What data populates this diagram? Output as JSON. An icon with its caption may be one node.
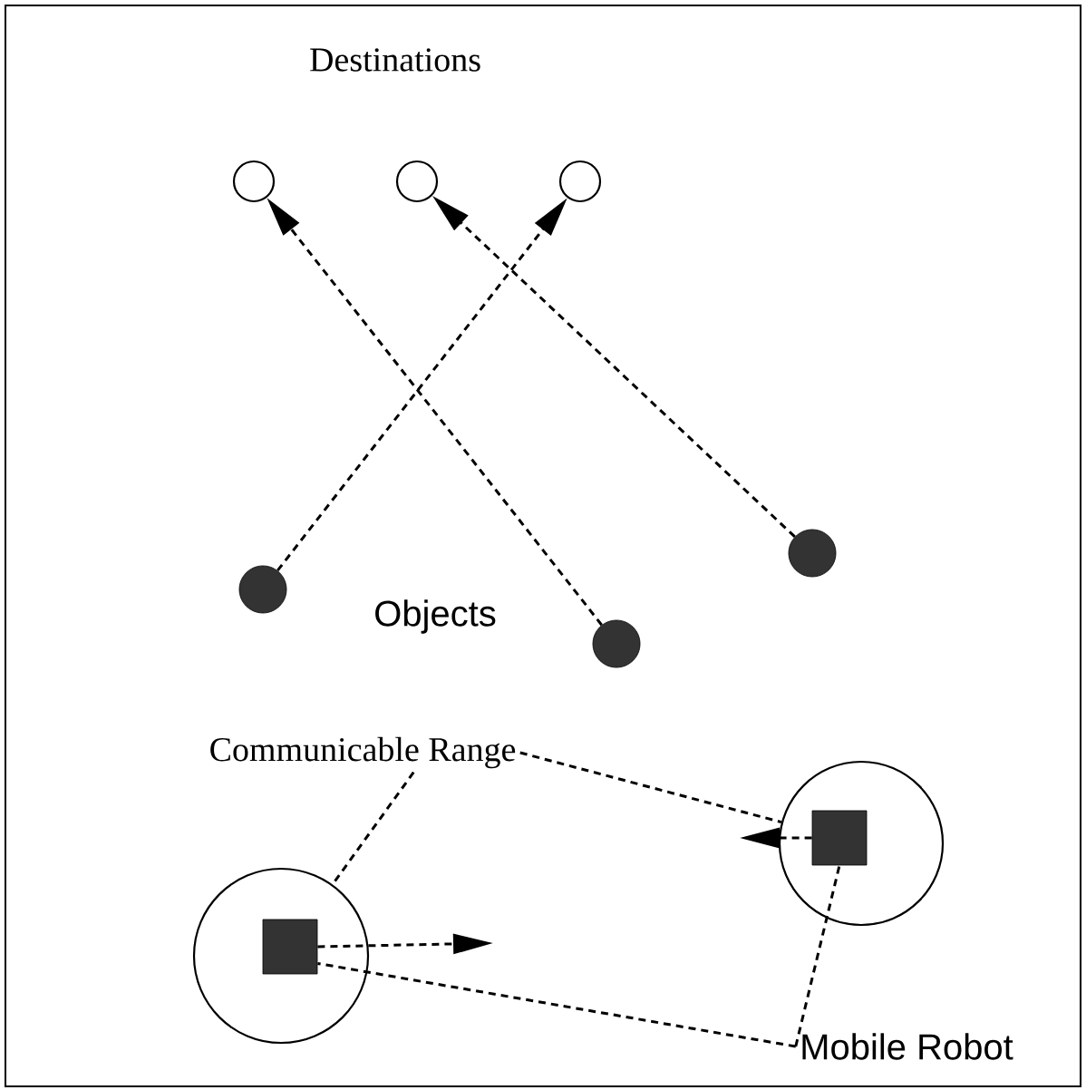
{
  "diagram": {
    "nodes": [
      {
        "text": [],
        "shape": "circle"
      },
      {
        "text": [],
        "shape": "circle"
      },
      {
        "text": [],
        "shape": "circle"
      },
      {
        "text": [],
        "shape": "circle"
      },
      {
        "text": [],
        "shape": "circle"
      },
      {
        "text": [],
        "shape": "circle"
      },
      {
        "text": [],
        "shape": "circle"
      },
      {
        "text": [],
        "shape": "box",
        "in": 6
      },
      {
        "text": [],
        "shape": "circle"
      },
      {
        "text": [],
        "shape": "box",
        "in": 8
      },
      {
        "text": [
          "Communicable Range"
        ]
      },
      {
        "text": [
          "Mobile Robot"
        ]
      }
    ],
    "edges": [
      {
        "from": 3,
        "to": 2,
        "arrow": "to",
        "style": "dashed"
      },
      {
        "from": 4,
        "to": 0,
        "arrow": "to",
        "style": "dashed"
      },
      {
        "from": 5,
        "to": 1,
        "arrow": "to",
        "style": "dashed"
      },
      {
        "from": 7,
        "to": null,
        "arrow": "to",
        "style": "dashed"
      },
      {
        "from": 9,
        "to": null,
        "arrow": "to",
        "style": "dashed"
      },
      {
        "from": 10,
        "to": 6,
        "arrow": "none",
        "style": "dashed"
      },
      {
        "from": 10,
        "to": 8,
        "arrow": "none",
        "style": "dashed"
      },
      {
        "from": 11,
        "to": 7,
        "arrow": "none",
        "style": "dashed"
      },
      {
        "from": 11,
        "to": 9,
        "arrow": "none",
        "style": "dashed"
      }
    ],
    "labels": [
      "Destinations",
      "Objects"
    ]
  }
}
